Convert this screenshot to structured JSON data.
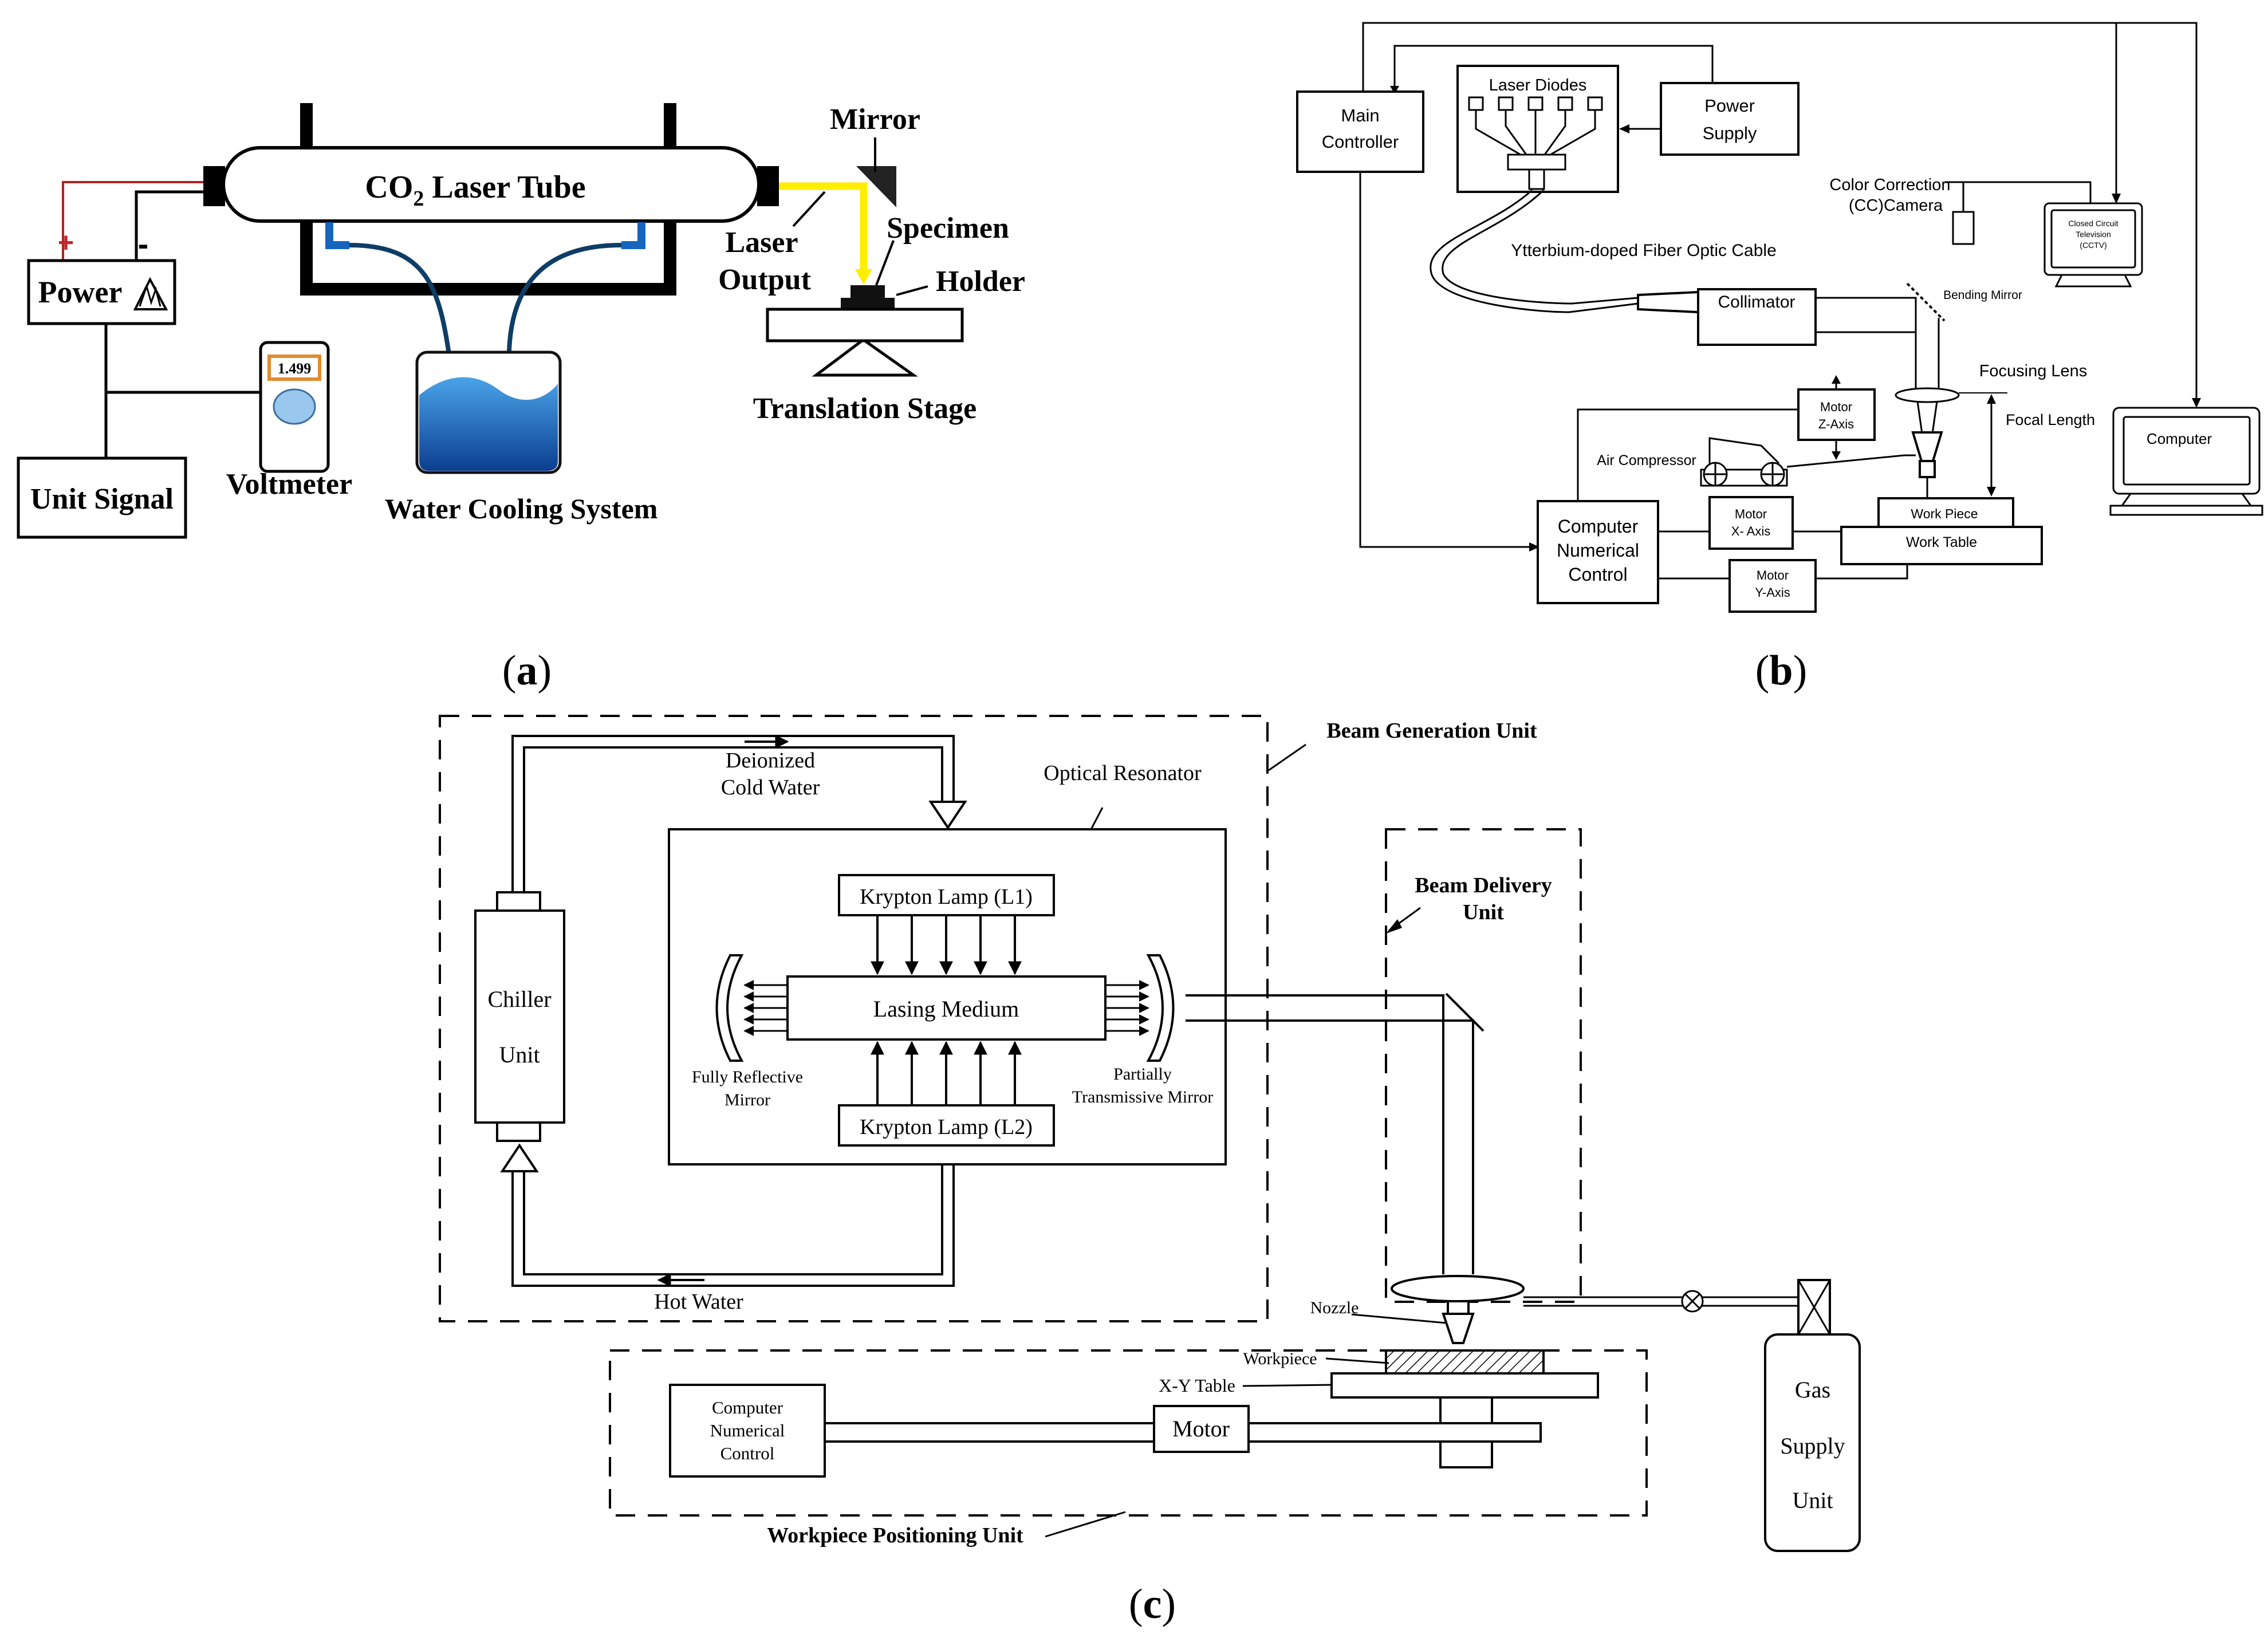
{
  "panel_a": {
    "caption_letter": "a",
    "co2_tube_label_pre": "CO",
    "co2_tube_label_sub": "2",
    "co2_tube_label_post": " Laser Tube",
    "mirror_label": "Mirror",
    "laser_output_line1": "Laser",
    "laser_output_line2": "Output",
    "specimen_label": "Specimen",
    "holder_label": "Holder",
    "translation_stage_label": "Translation Stage",
    "power_label": "Power",
    "plus_sign": "+",
    "minus_sign": "-",
    "voltmeter_reading": "1.499",
    "voltmeter_label": "Voltmeter",
    "unit_signal_label": "Unit Signal",
    "water_cooling_label": "Water Cooling System",
    "colors": {
      "beam": "#ffee00",
      "water": "#1a5fb4",
      "tube_seal": "#1565c0",
      "wire_red": "#b22222",
      "meter_frame": "#e38b2c"
    }
  },
  "panel_b": {
    "caption_letter": "b",
    "main_controller_line1": "Main",
    "main_controller_line2": "Controller",
    "laser_diodes_label": "Laser Diodes",
    "power_supply_line1": "Power",
    "power_supply_line2": "Supply",
    "color_correction_line1": "Color Correction",
    "color_correction_line2": "(CC)Camera",
    "cctv_line1": "Closed Circuit",
    "cctv_line2": "Television",
    "cctv_line3": "(CCTV)",
    "fiber_cable_label": "Ytterbium-doped Fiber Optic Cable",
    "collimator_label": "Collimator",
    "bending_mirror_label": "Bending Mirror",
    "focusing_lens_label": "Focusing Lens",
    "focal_length_label": "Focal Length",
    "motor_z_line1": "Motor",
    "motor_z_line2": "Z-Axis",
    "air_compressor_label": "Air Compressor",
    "computer_label": "Computer",
    "cnc_line1": "Computer",
    "cnc_line2": "Numerical",
    "cnc_line3": "Control",
    "motor_x_line1": "Motor",
    "motor_x_line2": "X- Axis",
    "motor_y_line1": "Motor",
    "motor_y_line2": "Y-Axis",
    "work_piece_label": "Work Piece",
    "work_table_label": "Work Table"
  },
  "panel_c": {
    "caption_letter": "c",
    "beam_generation_unit": "Beam Generation Unit",
    "deionized_line1": "Deionized",
    "deionized_line2": "Cold Water",
    "optical_resonator": "Optical Resonator",
    "beam_delivery_line1": "Beam Delivery",
    "beam_delivery_line2": "Unit",
    "krypton_lamp_1": "Krypton Lamp (L1)",
    "krypton_lamp_2": "Krypton Lamp (L2)",
    "lasing_medium": "Lasing Medium",
    "chiller_line1": "Chiller",
    "chiller_line2": "Unit",
    "fully_reflective_line1": "Fully Reflective",
    "fully_reflective_line2": "Mirror",
    "partially_line1": "Partially",
    "partially_line2": "Transmissive Mirror",
    "hot_water": "Hot Water",
    "nozzle": "Nozzle",
    "workpiece": "Workpiece",
    "xy_table": "X-Y Table",
    "cnc_line1": "Computer",
    "cnc_line2": "Numerical",
    "cnc_line3": "Control",
    "motor": "Motor",
    "gas_line1": "Gas",
    "gas_line2": "Supply",
    "gas_line3": "Unit",
    "workpiece_positioning_unit": "Workpiece Positioning Unit"
  }
}
